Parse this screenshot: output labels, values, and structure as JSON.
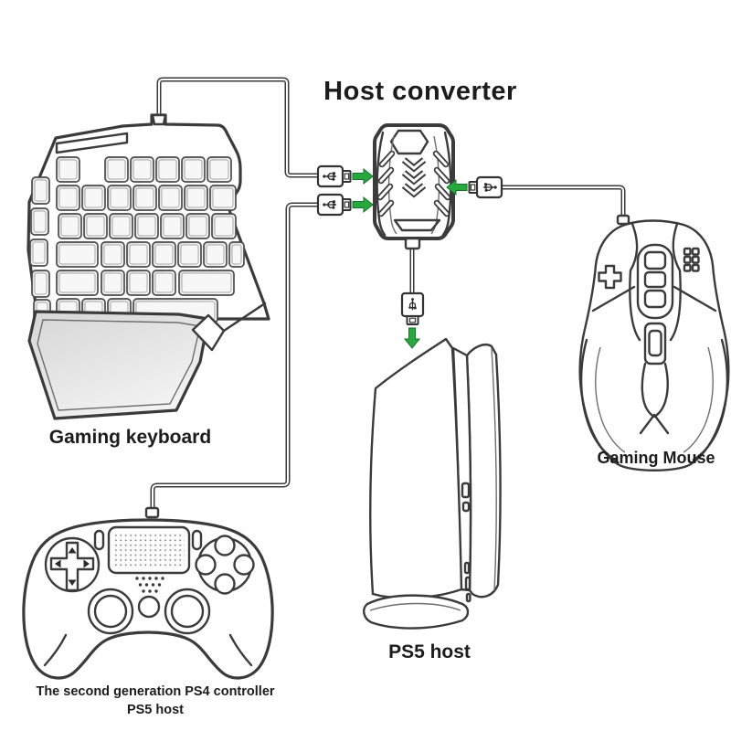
{
  "title": "Host converter",
  "labels": {
    "keyboard": "Gaming keyboard",
    "mouse": "Gaming Mouse",
    "ps5": "PS5 host",
    "controller_line1": "The second generation PS4 controller",
    "controller_line2": "PS5 host"
  },
  "colors": {
    "background": "#ffffff",
    "line_art": "#3b3b3b",
    "accent_green": "#27a93e",
    "label_text": "#1c1c1c",
    "key_fill": "#e9e9e9",
    "wrist_rest_fill": "#dcdcdc"
  },
  "icons": {
    "usb_plug": "usb-plug-icon",
    "arrow_right": "arrow-right-icon",
    "arrow_left": "arrow-left-icon",
    "arrow_down": "arrow-down-icon"
  },
  "connections": [
    {
      "from": "Gaming keyboard",
      "to": "Host converter",
      "connector": "USB"
    },
    {
      "from": "The second generation PS4 controller",
      "to": "Host converter",
      "connector": "USB"
    },
    {
      "from": "Gaming Mouse",
      "to": "Host converter",
      "connector": "USB"
    },
    {
      "from": "Host converter",
      "to": "PS5 host",
      "connector": "USB"
    }
  ]
}
